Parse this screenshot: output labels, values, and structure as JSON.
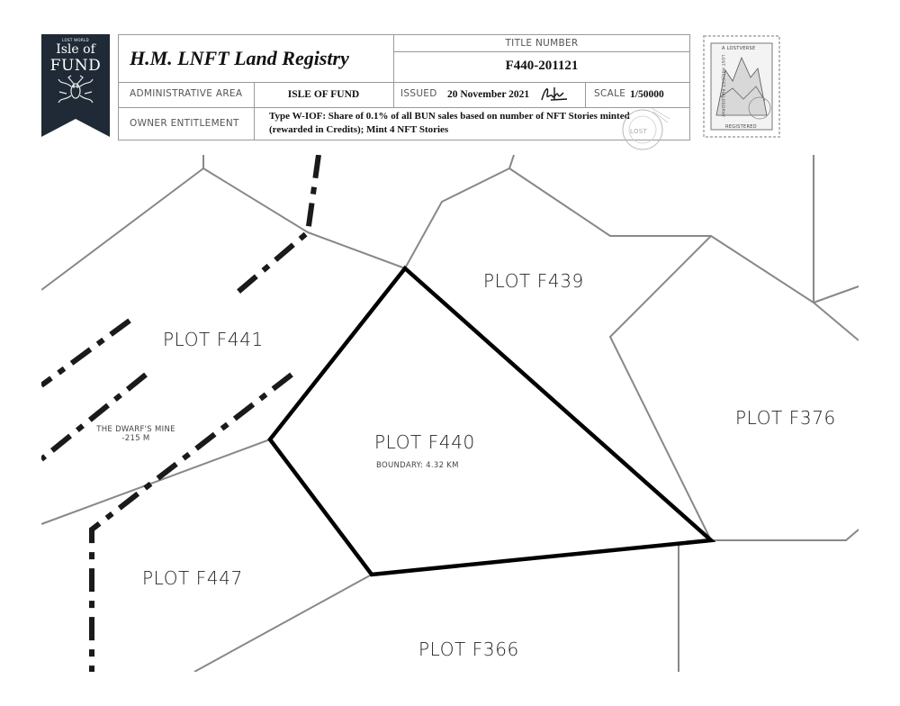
{
  "banner": {
    "small_text": "LOST WORLD",
    "line1": "Isle of",
    "line2": "FUND"
  },
  "header": {
    "registry_title": "H.M. LNFT Land Registry",
    "title_number_label": "TITLE NUMBER",
    "title_number": "F440-201121",
    "admin_area_label": "ADMINISTRATIVE AREA",
    "admin_area": "ISLE OF FUND",
    "issued_label": "ISSUED",
    "issued_date": "20 November 2021",
    "scale_label": "SCALE",
    "scale": "1/50000",
    "owner_label": "OWNER ENTITLEMENT",
    "owner_line1": "Type W-IOF: Share of 0.1% of all BUN sales based on number of NFT Stories minted",
    "owner_line2": "(rewarded in Credits); Mint 4 NFT Stories"
  },
  "stamp": {
    "top_text": "A LOSTVERSE",
    "side_text": "LOST PROJECT PHILOSOPHY",
    "bottom_text": "REGISTERED"
  },
  "postmark_text": "LOST",
  "map": {
    "plots": [
      {
        "id": "F439",
        "label": "PLOT F439"
      },
      {
        "id": "F441",
        "label": "PLOT F441"
      },
      {
        "id": "F376",
        "label": "PLOT F376"
      },
      {
        "id": "F440",
        "label": "PLOT F440"
      },
      {
        "id": "F447",
        "label": "PLOT F447"
      },
      {
        "id": "F366",
        "label": "PLOT F366"
      }
    ],
    "boundary": "BOUNDARY: 4.32 KM",
    "mine_name": "THE DWARF'S MINE",
    "mine_depth": "-215 M",
    "colors": {
      "boundary_line": "#888888",
      "highlight": "#000000",
      "road": "#1a1a1a"
    }
  }
}
